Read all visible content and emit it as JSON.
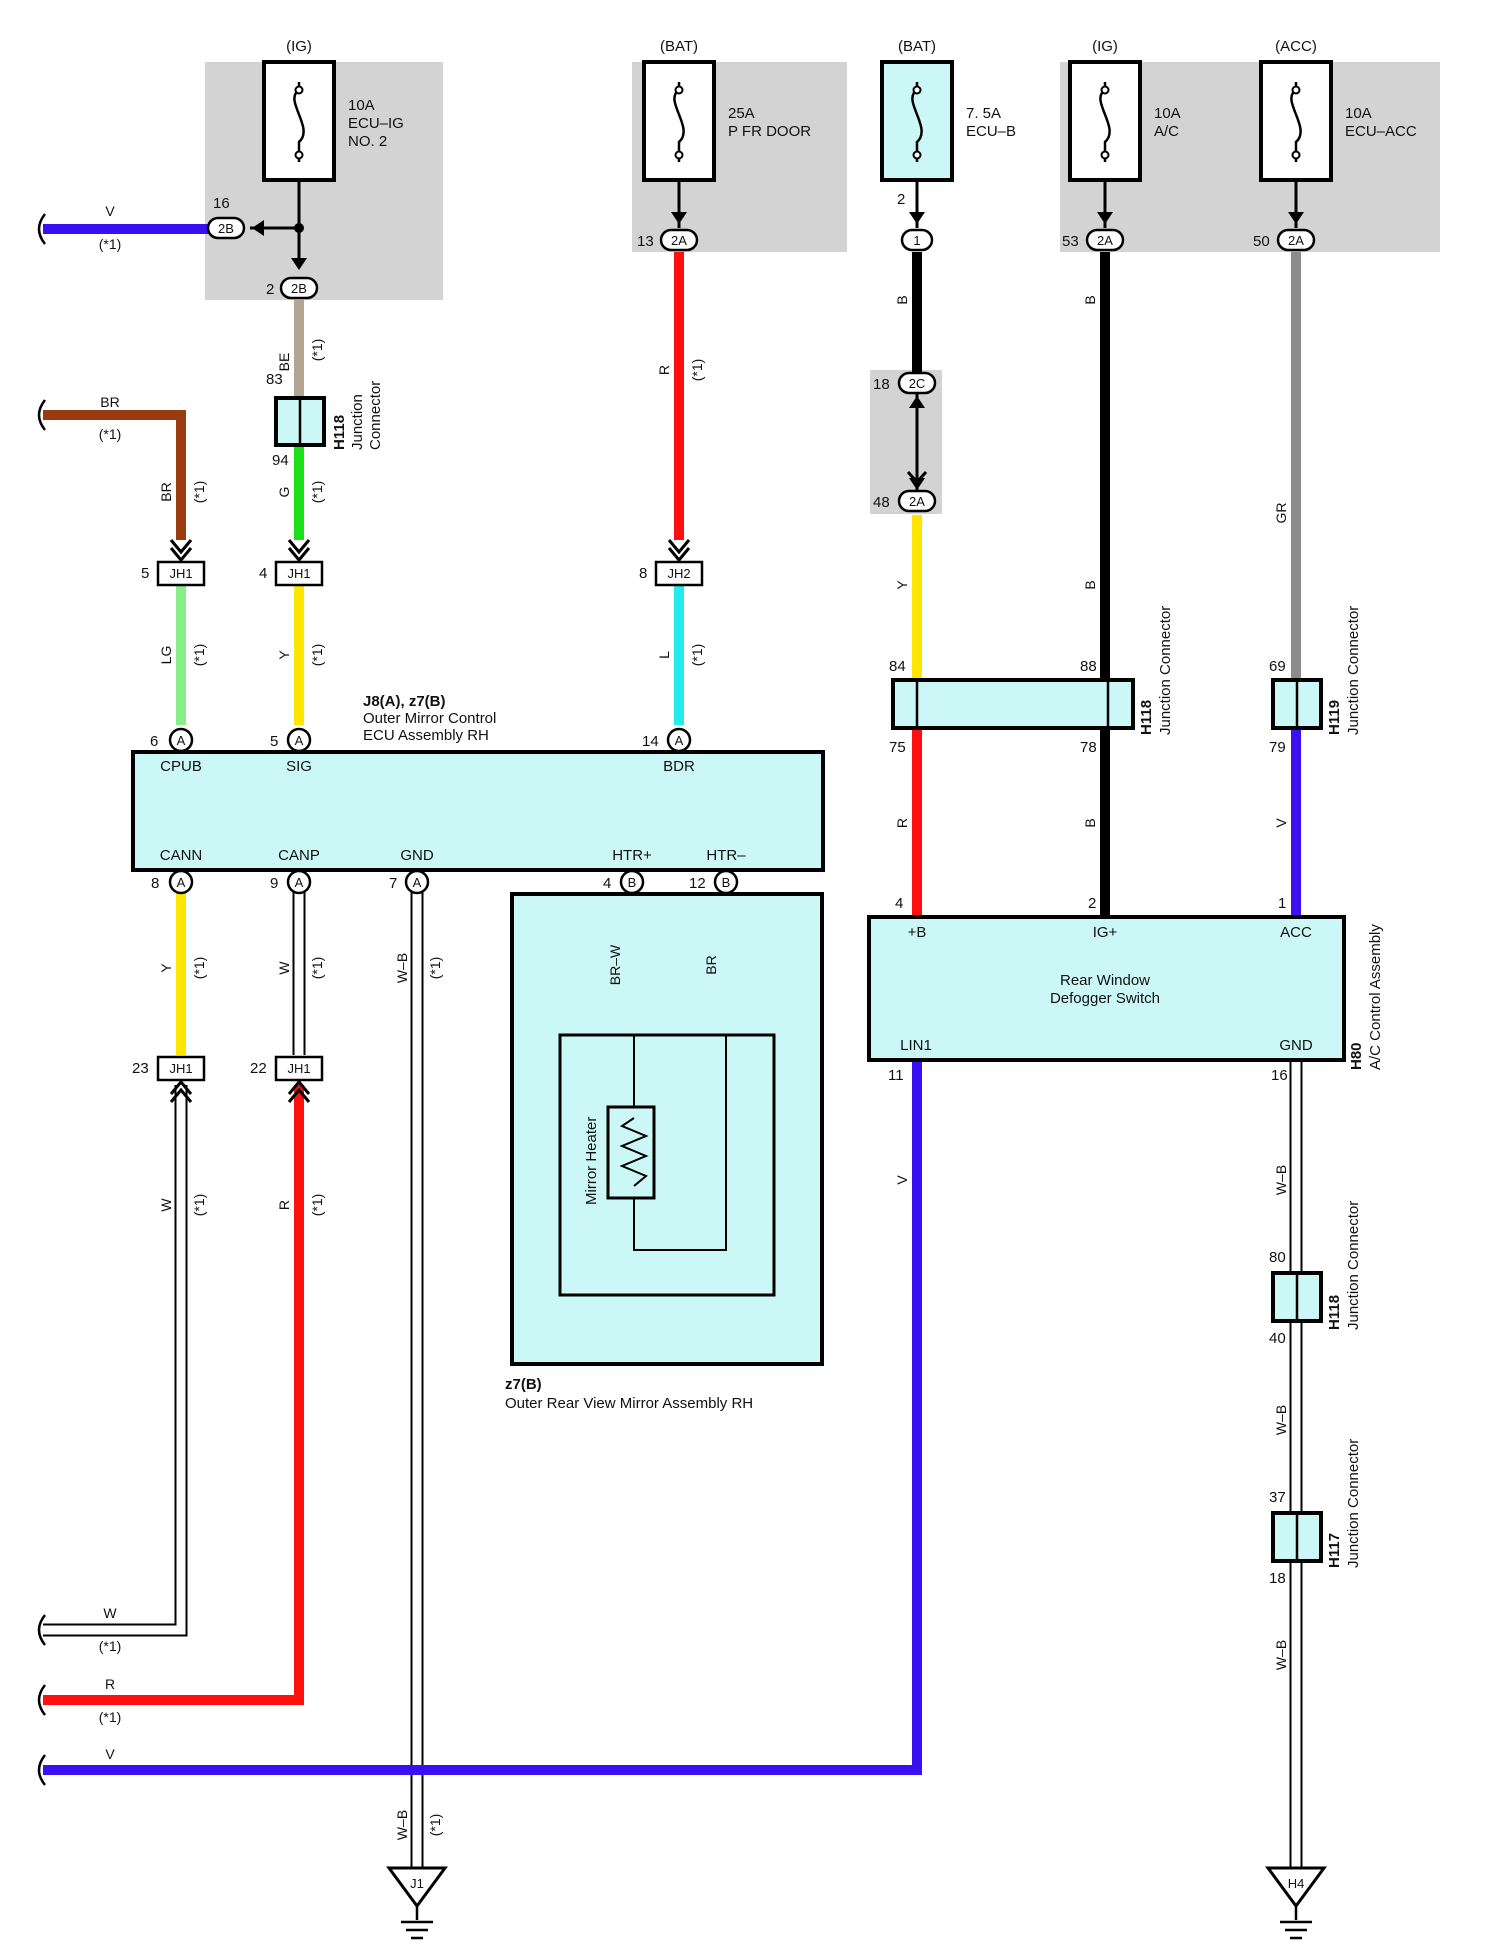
{
  "colors": {
    "V": "#3a0ff2",
    "BR": "#9a3a10",
    "BE": "#b5a394",
    "G": "#19e019",
    "LG": "#88ee88",
    "Y": "#ffe600",
    "R": "#ff1010",
    "L": "#22ecec",
    "B": "#000000",
    "GR": "#8c8c8c",
    "W": "#ffffff",
    "WB": "#ffffff",
    "shade": "#d3d3d3",
    "component": "#ccf7f7"
  },
  "fuses": {
    "ecu_ig2": {
      "source": "(IG)",
      "rating": "10A",
      "name1": "ECU–IG",
      "name2": "NO. 2"
    },
    "pfr_door": {
      "source": "(BAT)",
      "rating": "25A",
      "name1": "P FR DOOR"
    },
    "ecu_b": {
      "source": "(BAT)",
      "rating": "7. 5A",
      "name1": "ECU–B"
    },
    "ac": {
      "source": "(IG)",
      "rating": "10A",
      "name1": "A/C"
    },
    "ecu_acc": {
      "source": "(ACC)",
      "rating": "10A",
      "name1": "ECU–ACC"
    }
  },
  "connectors": {
    "c2B": "2B",
    "c2A": "2A",
    "c1": "1",
    "c2C": "2C",
    "A": "A",
    "B": "B",
    "JH1": "JH1",
    "JH2": "JH2",
    "J1": "J1",
    "H4": "H4"
  },
  "pins": {
    "p16": "16",
    "p2": "2",
    "p13": "13",
    "p2b": "2",
    "p53": "53",
    "p50": "50",
    "p83": "83",
    "p94": "94",
    "p18": "18",
    "p48": "48",
    "p5a": "5",
    "p4a": "4",
    "p8a": "8",
    "p84": "84",
    "p88": "88",
    "p69": "69",
    "p6": "6",
    "p5": "5",
    "p14": "14",
    "p75": "75",
    "p78": "78",
    "p79": "79",
    "p8": "8",
    "p9": "9",
    "p7": "7",
    "p4": "4",
    "p12": "12",
    "p4h": "4",
    "p2h": "2",
    "p1h": "1",
    "p11": "11",
    "p16h": "16",
    "p23": "23",
    "p22": "22",
    "p80": "80",
    "p40": "40",
    "p37": "37",
    "p18b": "18"
  },
  "wires": {
    "V": "V",
    "BR": "BR",
    "BE": "BE",
    "G": "G",
    "LG": "LG",
    "Y": "Y",
    "R": "R",
    "L": "L",
    "B": "B",
    "GR": "GR",
    "W": "W",
    "WB": "W–B",
    "BRW": "BR–W",
    "note": "(*1)"
  },
  "components": {
    "h118_id": "H118",
    "h118_name": "Junction Connector",
    "h118_name1": "Junction",
    "h118_name2": "Connector",
    "h119_id": "H119",
    "h117_id": "H117",
    "ecu_title": "J8(A), z7(B)",
    "ecu_name1": "Outer Mirror Control",
    "ecu_name2": "ECU Assembly RH",
    "ecu_pins": {
      "cpub": "CPUB",
      "sig": "SIG",
      "bdr": "BDR",
      "cann": "CANN",
      "canp": "CANP",
      "gnd": "GND",
      "htrp": "HTR+",
      "htrm": "HTR–"
    },
    "mirror_id": "z7(B)",
    "mirror_name": "Outer Rear View Mirror Assembly RH",
    "heater": "Mirror Heater",
    "ac_id": "H80",
    "ac_name": "A/C Control Assembly",
    "defog1": "Rear Window",
    "defog2": "Defogger Switch",
    "ac_pins": {
      "b": "+B",
      "ig": "IG+",
      "acc": "ACC",
      "lin": "LIN1",
      "gnd": "GND"
    }
  }
}
